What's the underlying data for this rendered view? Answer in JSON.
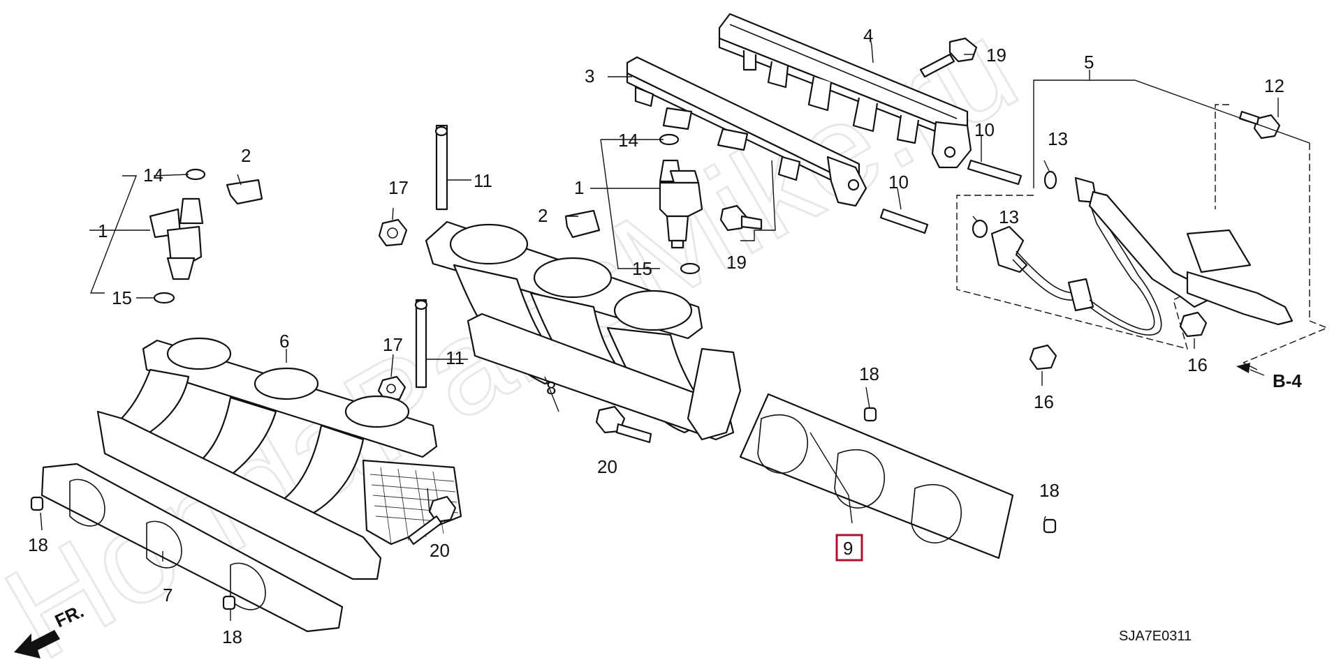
{
  "watermark": "HondaPartsMike.ru",
  "diagram_code": "SJA7E0311",
  "ref_label": "B-4",
  "front_label": "FR.",
  "highlighted_callout": "9",
  "callouts": {
    "c1a": "1",
    "c1b": "1",
    "c2a": "2",
    "c2b": "2",
    "c3": "3",
    "c4": "4",
    "c5": "5",
    "c6": "6",
    "c7": "7",
    "c8": "8",
    "c9": "9",
    "c10a": "10",
    "c10b": "10",
    "c11a": "11",
    "c11b": "11",
    "c12": "12",
    "c13a": "13",
    "c13b": "13",
    "c14a": "14",
    "c14b": "14",
    "c15a": "15",
    "c15b": "15",
    "c16a": "16",
    "c16b": "16",
    "c17a": "17",
    "c17b": "17",
    "c18a": "18",
    "c18b": "18",
    "c18c": "18",
    "c18d": "18",
    "c19a": "19",
    "c19b": "19",
    "c20a": "20",
    "c20b": "20"
  }
}
